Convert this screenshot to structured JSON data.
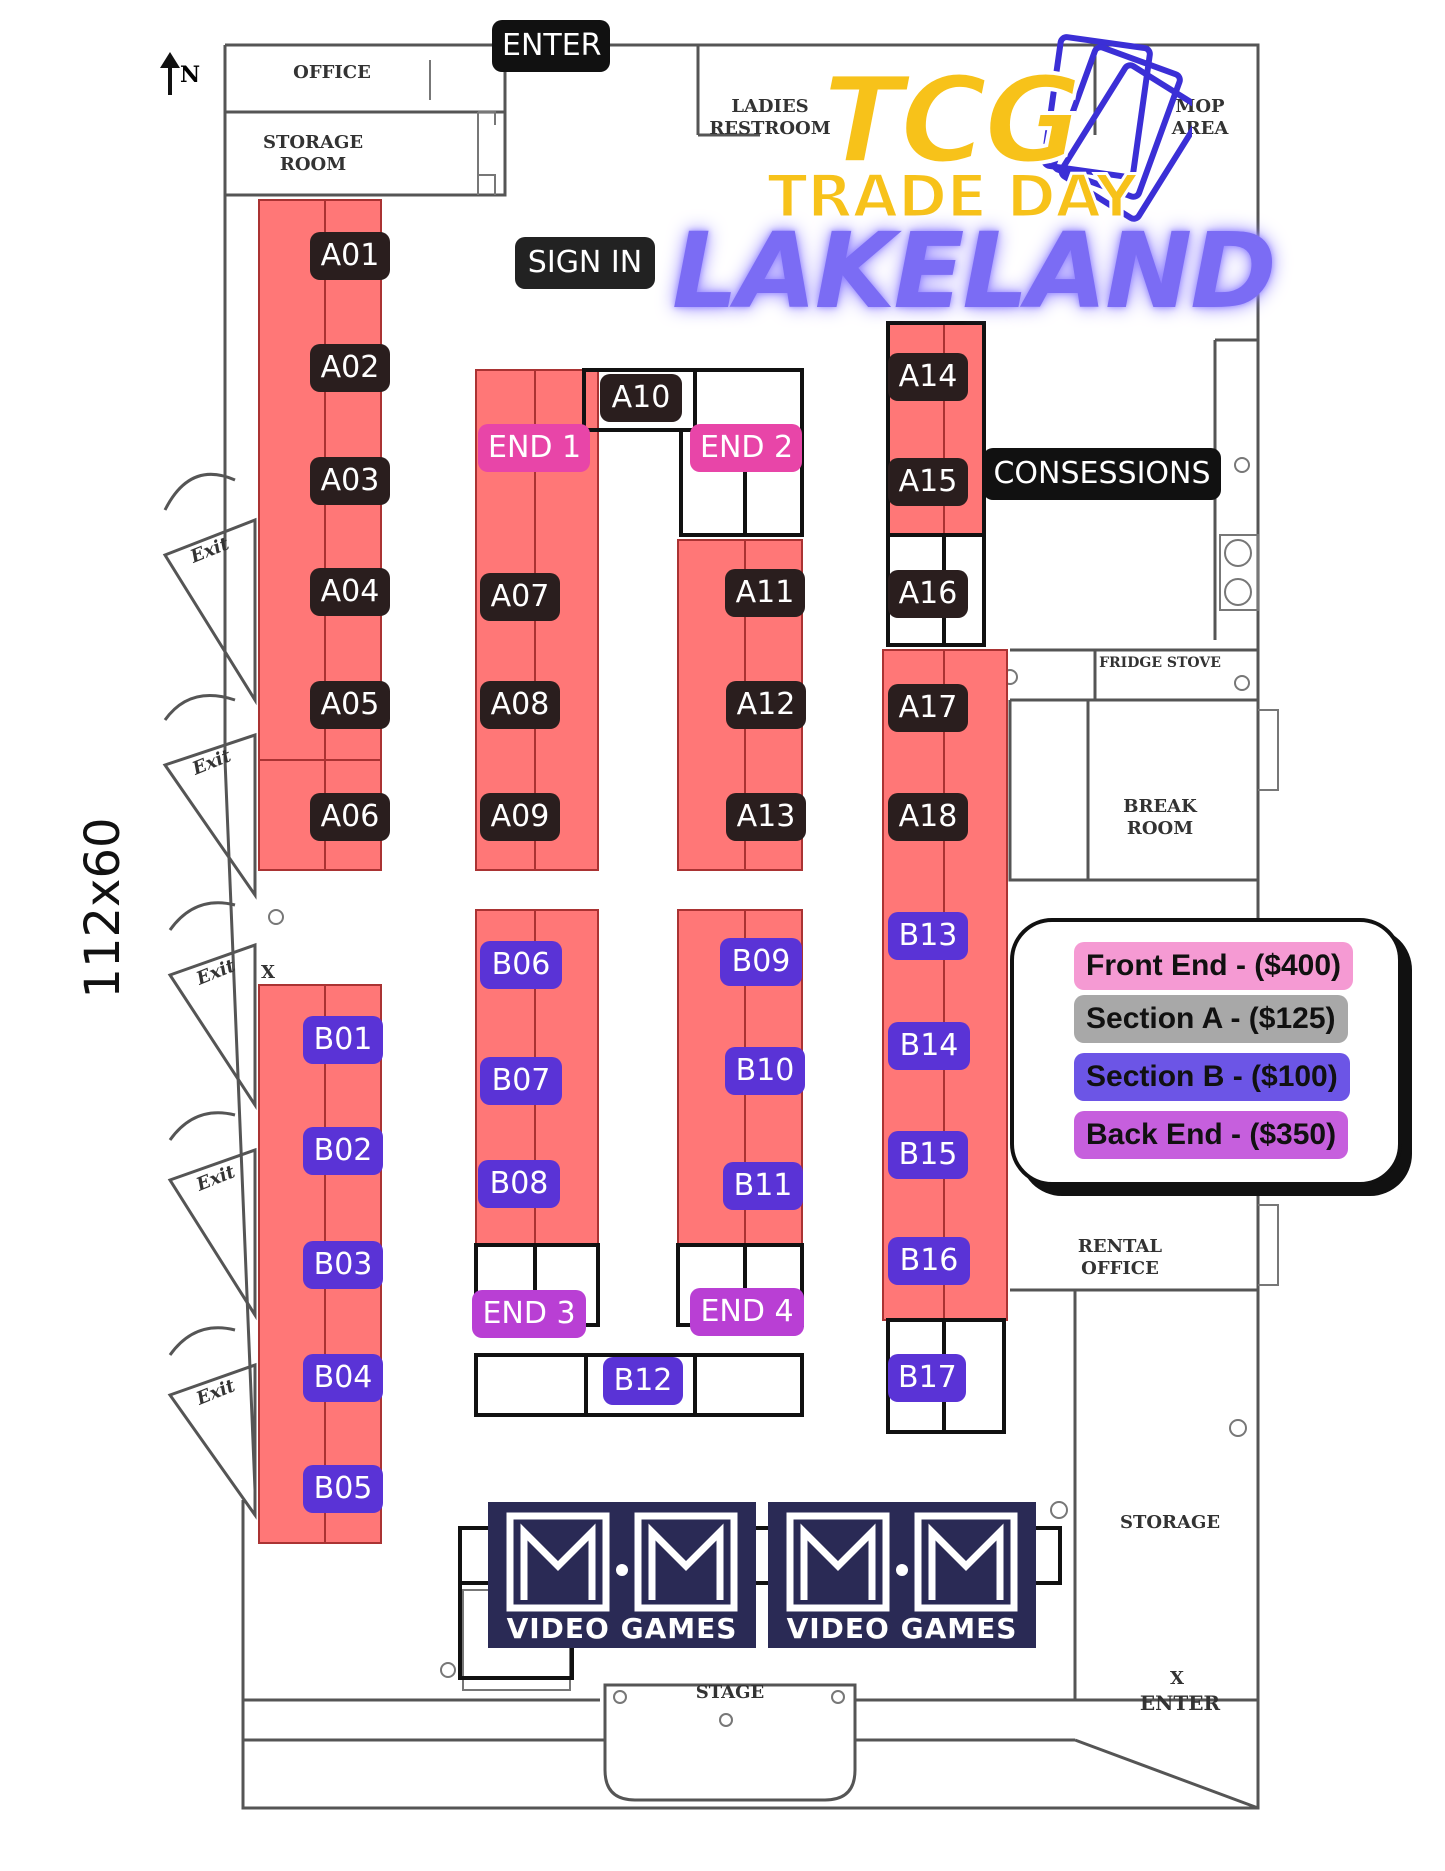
{
  "north_label": "N",
  "dimension_label": "112x60",
  "logo": {
    "line1": "TCG",
    "line2": "TRADE DAY",
    "line3": "LAKELAND"
  },
  "labels": {
    "enter_top": "ENTER",
    "sign_in": "SIGN IN",
    "concessions": "CONSESSIONS"
  },
  "rooms": {
    "office": "OFFICE",
    "storage_room": "STORAGE\nROOM",
    "ladies_restroom": "LADIES\nRESTROOM",
    "mop_area": "MOP\nAREA",
    "fridge_stove": "FRIDGE STOVE",
    "break_room": "BREAK\nROOM",
    "rental_office": "RENTAL\nOFFICE",
    "storage": "STORAGE",
    "stage": "STAGE",
    "enter_bottom": "ENTER",
    "exit": "Exit",
    "x_mark": "X"
  },
  "booths": {
    "A01": "A01",
    "A02": "A02",
    "A03": "A03",
    "A04": "A04",
    "A05": "A05",
    "A06": "A06",
    "A07": "A07",
    "A08": "A08",
    "A09": "A09",
    "A10": "A10",
    "A11": "A11",
    "A12": "A12",
    "A13": "A13",
    "A14": "A14",
    "A15": "A15",
    "A16": "A16",
    "A17": "A17",
    "A18": "A18",
    "B01": "B01",
    "B02": "B02",
    "B03": "B03",
    "B04": "B04",
    "B05": "B05",
    "B06": "B06",
    "B07": "B07",
    "B08": "B08",
    "B09": "B09",
    "B10": "B10",
    "B11": "B11",
    "B12": "B12",
    "B13": "B13",
    "B14": "B14",
    "B15": "B15",
    "B16": "B16",
    "B17": "B17",
    "END1": "END 1",
    "END2": "END 2",
    "END3": "END 3",
    "END4": "END 4"
  },
  "legend": {
    "front_end": "Front End - ($400)",
    "section_a": "Section A - ($125)",
    "section_b": "Section B - ($100)",
    "back_end": "Back End - ($350)"
  },
  "sponsor": {
    "subtitle": "VIDEO GAMES"
  },
  "colors": {
    "booth_fill": "#ff7777",
    "section_a": "#2a1e1e",
    "section_b": "#5a33d6",
    "front_end": "#e845a8",
    "back_end": "#b93fd4",
    "legend_front": "#f59ad3",
    "legend_a": "#a8a8a8",
    "legend_b": "#6c55e6",
    "legend_back": "#c65fdd"
  }
}
